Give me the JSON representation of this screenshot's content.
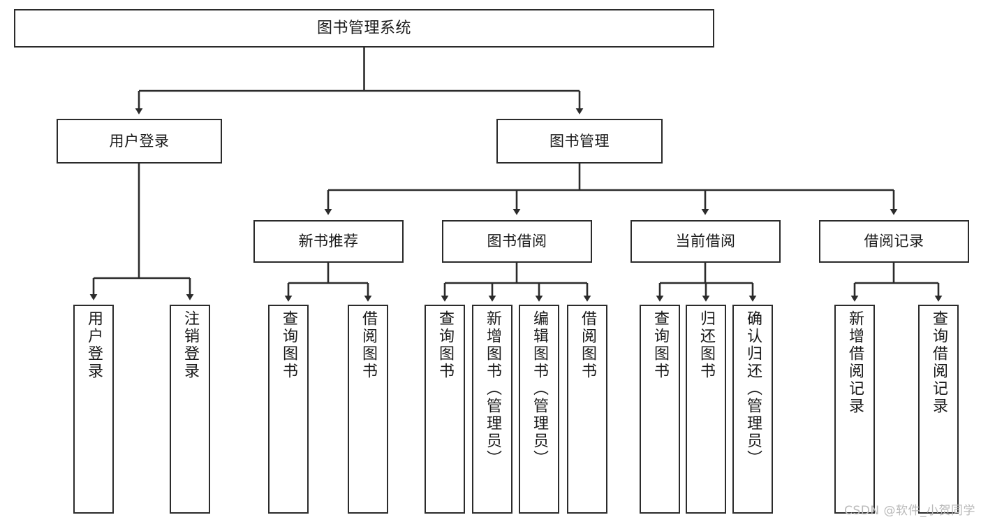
{
  "diagram": {
    "title": "图书管理系统",
    "type": "tree-hierarchy-diagram",
    "watermark": "CSDN @软件_小贺同学",
    "colors": {
      "box_border": "#2b2b2b",
      "box_fill": "#ffffff",
      "connector": "#2b2b2b",
      "text": "#1a1a1a",
      "watermark": "#b9b9b9"
    },
    "nodes": {
      "root": {
        "label": "图书管理系统"
      },
      "level2": [
        {
          "id": "user-login",
          "label": "用户登录"
        },
        {
          "id": "book-management",
          "label": "图书管理"
        }
      ],
      "level3": [
        {
          "id": "new-book-recommend",
          "label": "新书推荐"
        },
        {
          "id": "book-borrow",
          "label": "图书借阅"
        },
        {
          "id": "current-borrow",
          "label": "当前借阅"
        },
        {
          "id": "borrow-record",
          "label": "借阅记录"
        }
      ],
      "leaves": {
        "user_login": [
          {
            "id": "leaf-user-login",
            "label": "用户登录"
          },
          {
            "id": "leaf-logout-login",
            "label": "注销登录"
          }
        ],
        "new_book_recommend": [
          {
            "id": "leaf-query-book-1",
            "label": "查询图书"
          },
          {
            "id": "leaf-borrow-book-1",
            "label": "借阅图书"
          }
        ],
        "book_borrow": [
          {
            "id": "leaf-query-book-2",
            "label": "查询图书"
          },
          {
            "id": "leaf-add-book",
            "label": "新增图书（管理员）"
          },
          {
            "id": "leaf-edit-book",
            "label": "编辑图书（管理员）"
          },
          {
            "id": "leaf-borrow-book-2",
            "label": "借阅图书"
          }
        ],
        "current_borrow": [
          {
            "id": "leaf-query-book-3",
            "label": "查询图书"
          },
          {
            "id": "leaf-return-book",
            "label": "归还图书"
          },
          {
            "id": "leaf-confirm-return",
            "label": "确认归还（管理员）"
          }
        ],
        "borrow_record": [
          {
            "id": "leaf-add-record",
            "label": "新增借阅记录"
          },
          {
            "id": "leaf-query-record",
            "label": "查询借阅记录"
          }
        ]
      }
    }
  }
}
